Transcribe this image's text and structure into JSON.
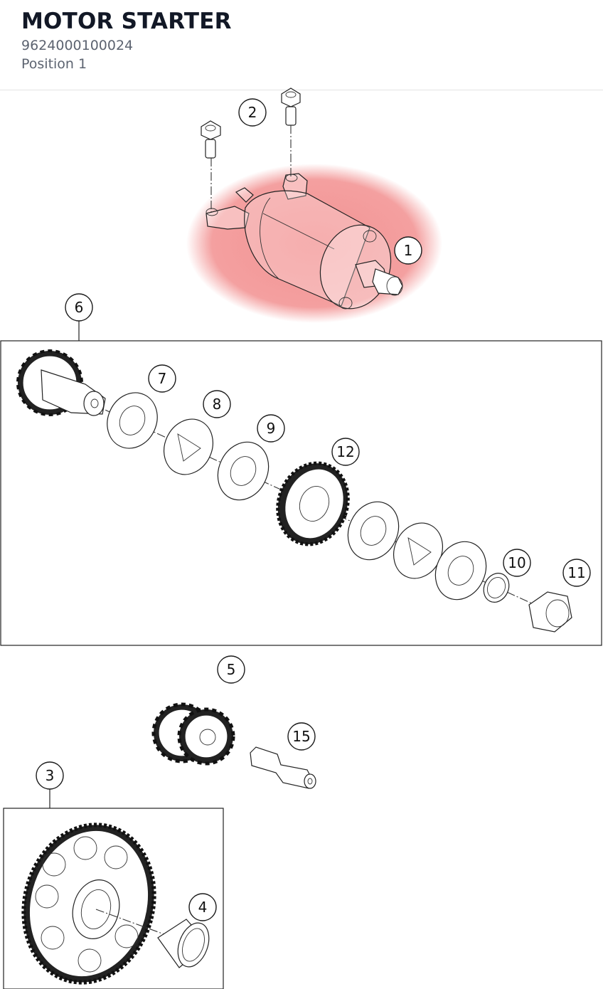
{
  "header": {
    "title": "MOTOR STARTER",
    "part_number": "9624000100024",
    "position": "Position 1"
  },
  "callouts": {
    "c1": "1",
    "c2": "2",
    "c3": "3",
    "c4": "4",
    "c5": "5",
    "c6": "6",
    "c7": "7",
    "c8": "8",
    "c9": "9",
    "c10": "10",
    "c11": "11",
    "c12": "12",
    "c15": "15"
  },
  "highlight": {
    "part": "1",
    "color": "#f08080"
  }
}
